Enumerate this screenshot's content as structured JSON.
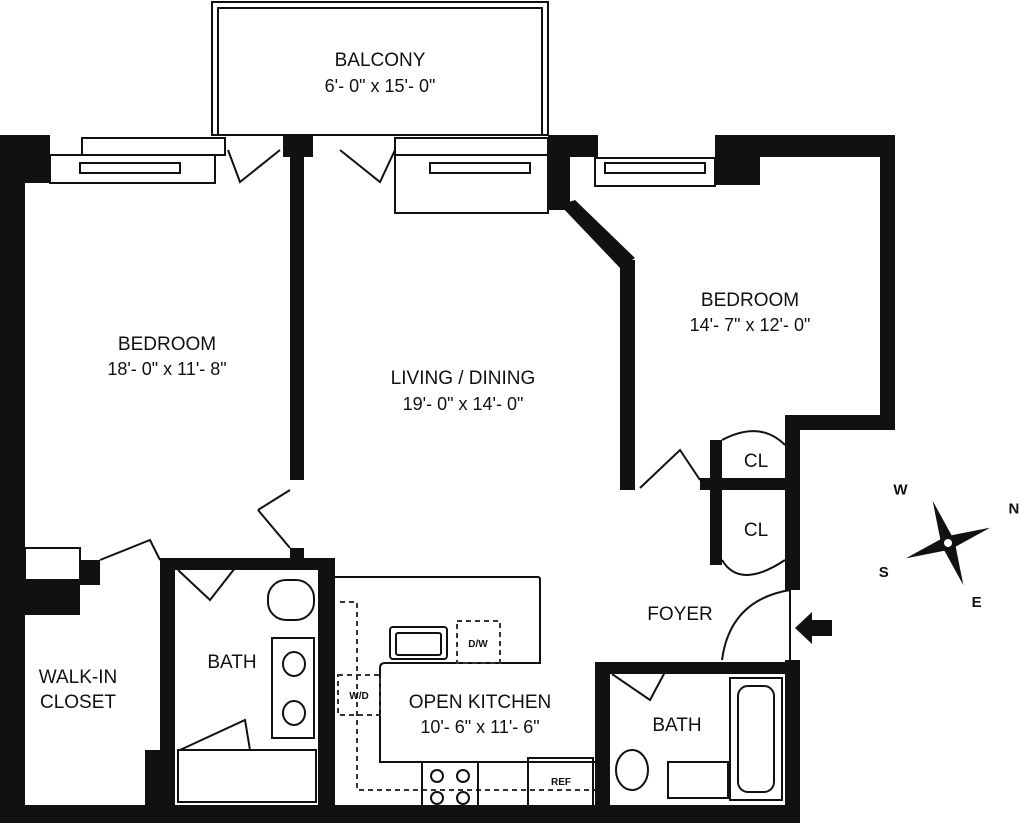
{
  "rooms": {
    "balcony": {
      "name": "BALCONY",
      "dims": "6'- 0\" x 15'- 0\""
    },
    "bedroom_left": {
      "name": "BEDROOM",
      "dims": "18'- 0\" x 11'- 8\""
    },
    "living_dining": {
      "name": "LIVING / DINING",
      "dims": "19'- 0\" x 14'- 0\""
    },
    "bedroom_right": {
      "name": "BEDROOM",
      "dims": "14'- 7\" x 12'- 0\""
    },
    "closet_1": {
      "name": "CL"
    },
    "closet_2": {
      "name": "CL"
    },
    "foyer": {
      "name": "FOYER"
    },
    "walk_in_closet": {
      "name_line1": "WALK-IN",
      "name_line2": "CLOSET"
    },
    "bath_left": {
      "name": "BATH"
    },
    "bath_right": {
      "name": "BATH"
    },
    "kitchen": {
      "name": "OPEN KITCHEN",
      "dims": "10'- 6\" x 11'- 6\""
    }
  },
  "appliances": {
    "dishwasher": "D/W",
    "washer_dryer": "W/D",
    "refrigerator": "REF"
  },
  "compass": {
    "n": "N",
    "e": "E",
    "s": "S",
    "w": "W"
  }
}
